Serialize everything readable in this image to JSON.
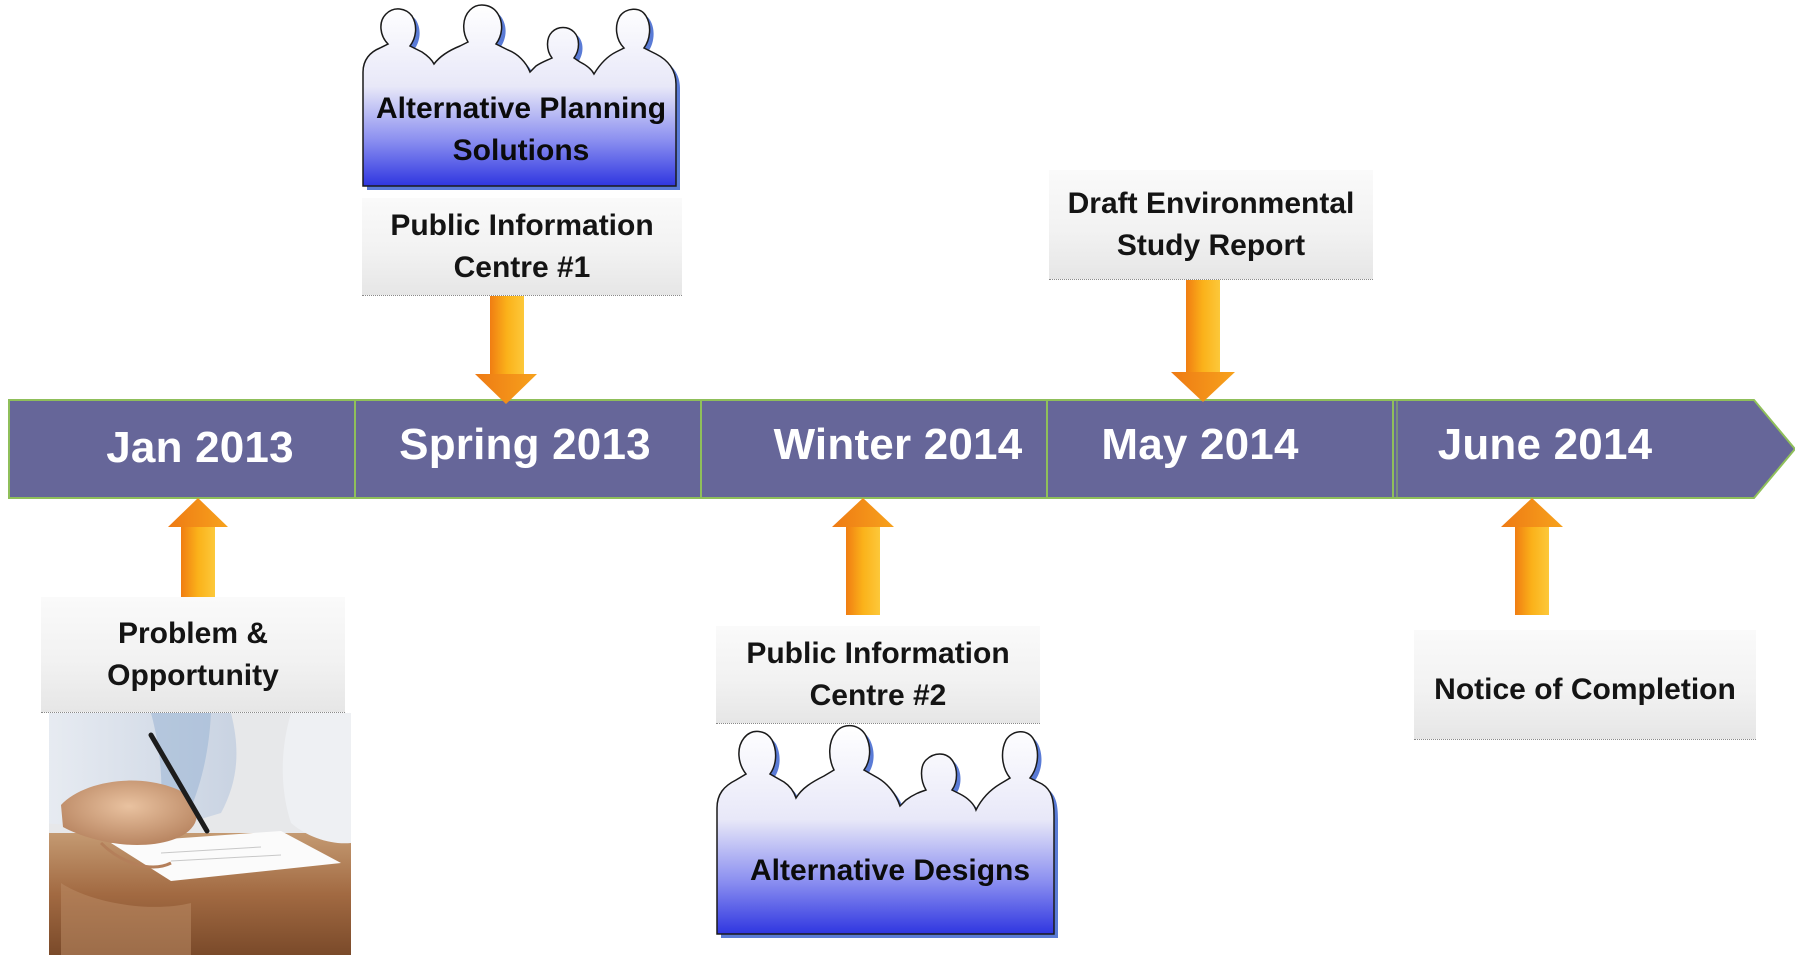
{
  "timeline": {
    "segments": [
      {
        "label": "Jan 2013"
      },
      {
        "label": "Spring 2013"
      },
      {
        "label": "Winter 2014"
      },
      {
        "label": "May 2014"
      },
      {
        "label": "June 2014"
      }
    ],
    "colors": {
      "band": "#666699",
      "divider": "#8fbf5a",
      "arrow_orange": "#f59a1a",
      "arrow_yellow": "#fcc21a",
      "people_blue": "#3a3fe6"
    }
  },
  "milestones": {
    "problem": {
      "label_line1": "Problem &",
      "label_line2": "Opportunity"
    },
    "pic1": {
      "label_line1": "Public Information",
      "label_line2": "Centre #1"
    },
    "alt_planning": {
      "label_line1": "Alternative Planning",
      "label_line2": "Solutions"
    },
    "pic2": {
      "label_line1": "Public Information",
      "label_line2": "Centre #2"
    },
    "alt_designs": {
      "label": "Alternative Designs"
    },
    "draft_esr": {
      "label_line1": "Draft Environmental",
      "label_line2": "Study Report"
    },
    "completion": {
      "label": "Notice of Completion"
    }
  },
  "icons": {
    "people_group": "people-group-icon",
    "arrow": "block-arrow-icon",
    "photo": "signing-document-photo"
  }
}
